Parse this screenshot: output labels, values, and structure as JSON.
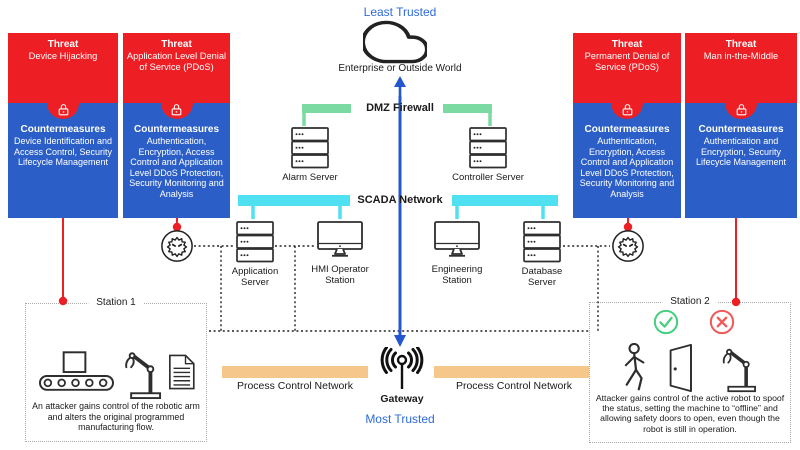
{
  "trust": {
    "least": "Least Trusted",
    "most": "Most Trusted"
  },
  "cloud": {
    "label": "Enterprise or Outside World"
  },
  "network_bars": {
    "dmz": "DMZ Firewall",
    "scada": "SCADA Network",
    "pcn_left": "Process Control Network",
    "pcn_right": "Process Control Network",
    "gateway": "Gateway"
  },
  "dmz_servers": [
    {
      "label": "Alarm Server"
    },
    {
      "label": "Controller Server"
    }
  ],
  "scada_nodes": [
    {
      "label": "Application\nServer"
    },
    {
      "label": "HMI Operator\nStation"
    },
    {
      "label": "Engineering\nStation"
    },
    {
      "label": "Database\nServer"
    }
  ],
  "threat_panels": [
    {
      "threat_heading": "Threat",
      "threat_name": "Device Hijacking",
      "cm_heading": "Countermeasures",
      "cm_text": "Device Identification and Access Control, Security Lifecycle Management"
    },
    {
      "threat_heading": "Threat",
      "threat_name": "Application Level Denial of Service (PDoS)",
      "cm_heading": "Countermeasures",
      "cm_text": "Authentication, Encryption, Access Control and Application Level DDoS Protection, Security Monitoring and Analysis"
    },
    {
      "threat_heading": "Threat",
      "threat_name": "Permanent Denial of Service (PDoS)",
      "cm_heading": "Countermeasures",
      "cm_text": "Authentication, Encryption, Access Control and Application Level DDoS Protection, Security Monitoring and Analysis"
    },
    {
      "threat_heading": "Threat",
      "threat_name": "Man in-the-Middle",
      "cm_heading": "Countermeasures",
      "cm_text": "Authentication and Encryption, Security Lifecycle Management"
    }
  ],
  "stations": [
    {
      "title": "Station 1",
      "description": "An attacker gains control of the robotic arm and alters the original programmed manufacturing flow."
    },
    {
      "title": "Station 2",
      "description": "Attacker gains control of the active robot to spoof the status, setting the machine to “offline” and allowing safety doors to open, even though the robot is still in operation."
    }
  ],
  "icons": {
    "lock": "padlock",
    "cloud": "cloud",
    "malware": "virus-face",
    "gateway": "wifi-antenna",
    "check": "check-circle",
    "cross": "x-circle"
  },
  "colors": {
    "threat_red": "#ed1f24",
    "countermeasure_blue": "#2b5fc7",
    "trusted_text_blue": "#2f6ad9",
    "arrow_blue": "#2456cd",
    "dmz_green": "#7bdaa2",
    "scada_cyan": "#4fe0f1",
    "pcn_orange": "#f6c78a",
    "check_green": "#46cf80",
    "cross_red": "#f15a5a"
  }
}
